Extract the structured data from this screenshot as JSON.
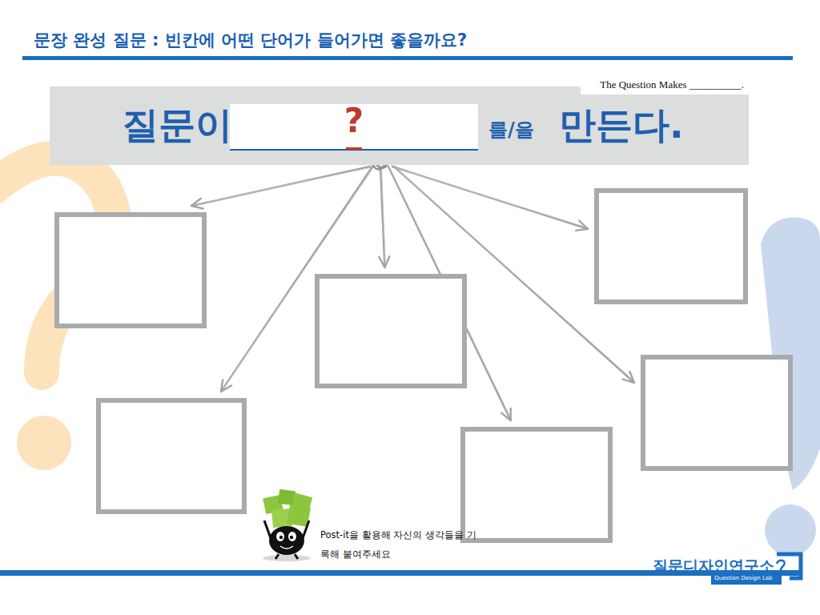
{
  "diagram": {
    "title": "문장 완성 질문 : 빈칸에 어떤 단어가 들어가면 좋을까요?",
    "nodes": [
      {
        "text": [
          "질문이",
          "?",
          "를/을",
          "만든다."
        ]
      },
      {
        "text": []
      },
      {
        "text": []
      },
      {
        "text": []
      },
      {
        "text": []
      },
      {
        "text": []
      },
      {
        "text": []
      }
    ],
    "edges": [
      {
        "from": 0,
        "to": 1,
        "arrow": "to"
      },
      {
        "from": 0,
        "to": 2,
        "arrow": "to"
      },
      {
        "from": 0,
        "to": 3,
        "arrow": "to"
      },
      {
        "from": 0,
        "to": 4,
        "arrow": "to"
      },
      {
        "from": 0,
        "to": 5,
        "arrow": "to"
      },
      {
        "from": 0,
        "to": 6,
        "arrow": "to"
      }
    ],
    "labels": [
      "The Question Makes __________.",
      "Post-it을 활용해 자신의 생각들을 기록해 붙여주세요",
      "질문디자인연구소",
      "Question Design Lab"
    ]
  }
}
